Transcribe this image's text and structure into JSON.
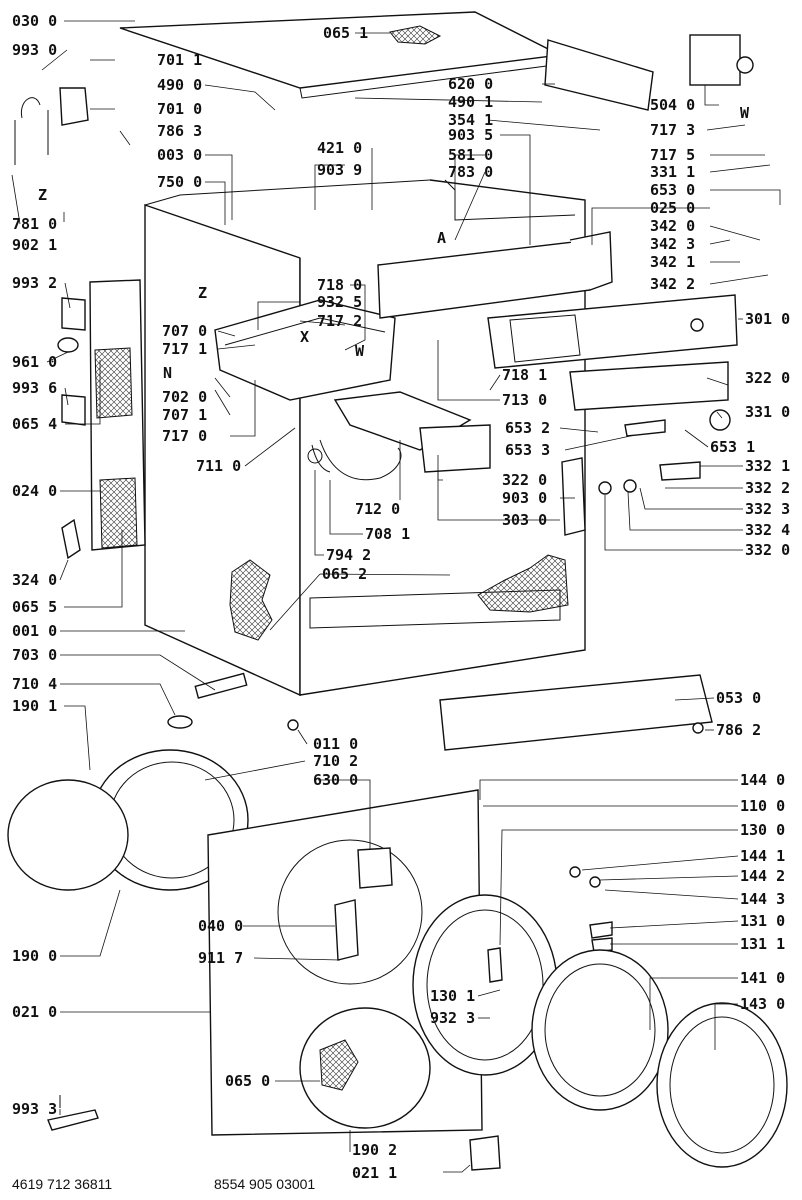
{
  "labels": {
    "l0300": "030 0",
    "l9930": "993 0",
    "l7011a": "701 1",
    "l4900": "490 0",
    "l7010": "701 0",
    "l7863": "786 3",
    "l0030": "003 0",
    "l7500": "750 0",
    "l7810": "781 0",
    "l9021": "902 1",
    "l0651a": "065 1",
    "l6200": "620 0",
    "l4901": "490 1",
    "l3541": "354 1",
    "l9035": "903 5",
    "l5810": "581 0",
    "l7830": "783 0",
    "l4210": "421 0",
    "l9039": "903 9",
    "l5040": "504 0",
    "l7173": "717 3",
    "l7175": "717 5",
    "l3311": "331 1",
    "l6530": "653 0",
    "l0250": "025 0",
    "l3420": "342 0",
    "l3423": "342 3",
    "l3421": "342 1",
    "l3422": "342 2",
    "l9932": "993 2",
    "l9610": "961 0",
    "l9936": "993 6",
    "l0654": "065 4",
    "l0240": "024 0",
    "l3240": "324 0",
    "l0655": "065 5",
    "l7180": "718 0",
    "l9325": "932 5",
    "l7172": "717 2",
    "l7070": "707 0",
    "l7171": "717 1",
    "l7020": "702 0",
    "l7071": "707 1",
    "l7170": "717 0",
    "l7110": "711 0",
    "l7120": "712 0",
    "l7081": "708 1",
    "l7942": "794 2",
    "l0652": "065 2",
    "l3010": "301 0",
    "l7181": "718 1",
    "l7130": "713 0",
    "l3220a": "322 0",
    "l3310": "331 0",
    "l6532": "653 2",
    "l6533": "653 3",
    "l6531": "653 1",
    "l3221b": "322 0",
    "l9030": "903 0",
    "l3030": "303 0",
    "l3321": "332 1",
    "l3322": "332 2",
    "l3323": "332 3",
    "l3324": "332 4",
    "l3320": "332 0",
    "l0010": "001 0",
    "l7030": "703 0",
    "l7104": "710 4",
    "l1901": "190 1",
    "l0530": "053 0",
    "l7862": "786 2",
    "l0110": "011 0",
    "l7102": "710 2",
    "l6300": "630 0",
    "l1440": "144 0",
    "l1100": "110 0",
    "l1300": "130 0",
    "l1441": "144 1",
    "l1442": "144 2",
    "l1443": "144 3",
    "l1310": "131 0",
    "l1311": "131 1",
    "l0400": "040 0",
    "l9117": "911 7",
    "l1900": "190 0",
    "l0210": "021 0",
    "l1410": "141 0",
    "l1430": "143 0",
    "l1301": "130 1",
    "l9323": "932 3",
    "l9933": "993 3",
    "l0650": "065 0",
    "l1902": "190 2",
    "l0211": "021 1",
    "mX": "X",
    "mW": "W",
    "mN": "N",
    "mA": "A",
    "mZ": "Z",
    "mZ2": "Z",
    "mW2": "W"
  },
  "footer": {
    "left_code": "4619 712 36811",
    "right_code": "8554 905 03001"
  }
}
